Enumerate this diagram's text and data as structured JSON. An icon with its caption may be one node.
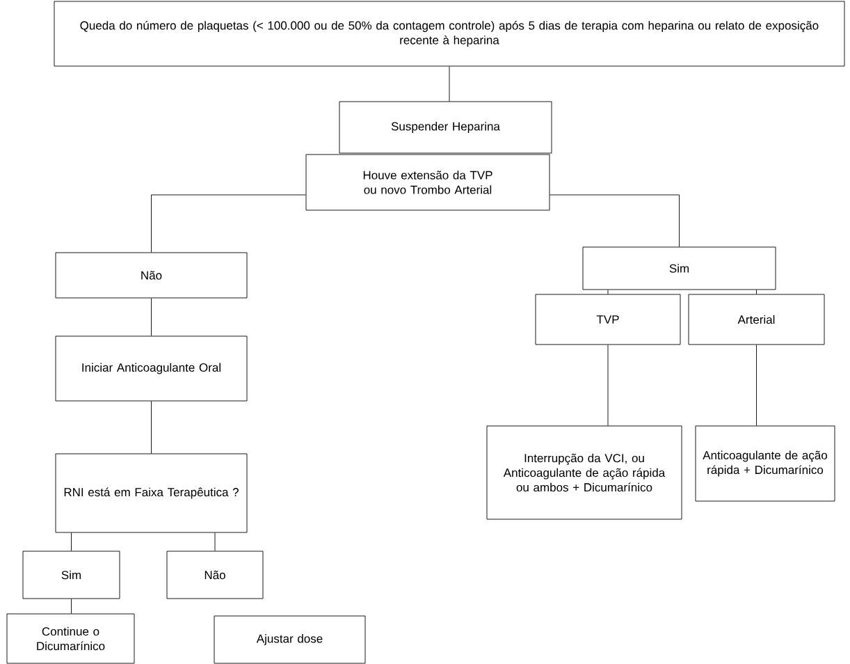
{
  "diagram": {
    "nodes": [
      {
        "text": [
          "Queda do número de plaquetas (< 100.000 ou de 50% da contagem controle) após 5 dias de terapia com heparina ou relato de exposição recente à heparina"
        ]
      },
      {
        "text": [
          "Suspender Heparina"
        ]
      },
      {
        "text": [
          "Houve extensão da TVP ou novo Trombo Arterial"
        ]
      },
      {
        "text": [
          "Não"
        ]
      },
      {
        "text": [
          "Sim"
        ]
      },
      {
        "text": [
          "Iniciar Anticoagulante Oral"
        ]
      },
      {
        "text": [
          "TVP"
        ]
      },
      {
        "text": [
          "Arterial"
        ]
      },
      {
        "text": [
          "Interrupção da VCI, ou Anticoagulante de ação rápida ou ambos + Dicumarínico"
        ]
      },
      {
        "text": [
          "Anticoagulante de ação rápida + Dicumarínico"
        ]
      },
      {
        "text": [
          "RNI está em Faixa Terapêutica ?"
        ]
      },
      {
        "text": [
          "Sim"
        ]
      },
      {
        "text": [
          "Não"
        ]
      },
      {
        "text": [
          "Continue o Dicumarínico"
        ]
      },
      {
        "text": [
          "Ajustar dose"
        ]
      }
    ],
    "edges": [
      {
        "from": 0,
        "to": 1,
        "arrow": "none"
      },
      {
        "from": 2,
        "to": 3,
        "arrow": "none"
      },
      {
        "from": 2,
        "to": 4,
        "arrow": "none"
      },
      {
        "from": 3,
        "to": 5,
        "arrow": "none"
      },
      {
        "from": 5,
        "to": 10,
        "arrow": "none"
      },
      {
        "from": 10,
        "to": 11,
        "arrow": "none"
      },
      {
        "from": 10,
        "to": 12,
        "arrow": "none"
      },
      {
        "from": 11,
        "to": 13,
        "arrow": "none"
      },
      {
        "from": 4,
        "to": 6,
        "arrow": "none"
      },
      {
        "from": 4,
        "to": 7,
        "arrow": "none"
      },
      {
        "from": 6,
        "to": 8,
        "arrow": "none"
      },
      {
        "from": 7,
        "to": 9,
        "arrow": "none"
      }
    ]
  }
}
